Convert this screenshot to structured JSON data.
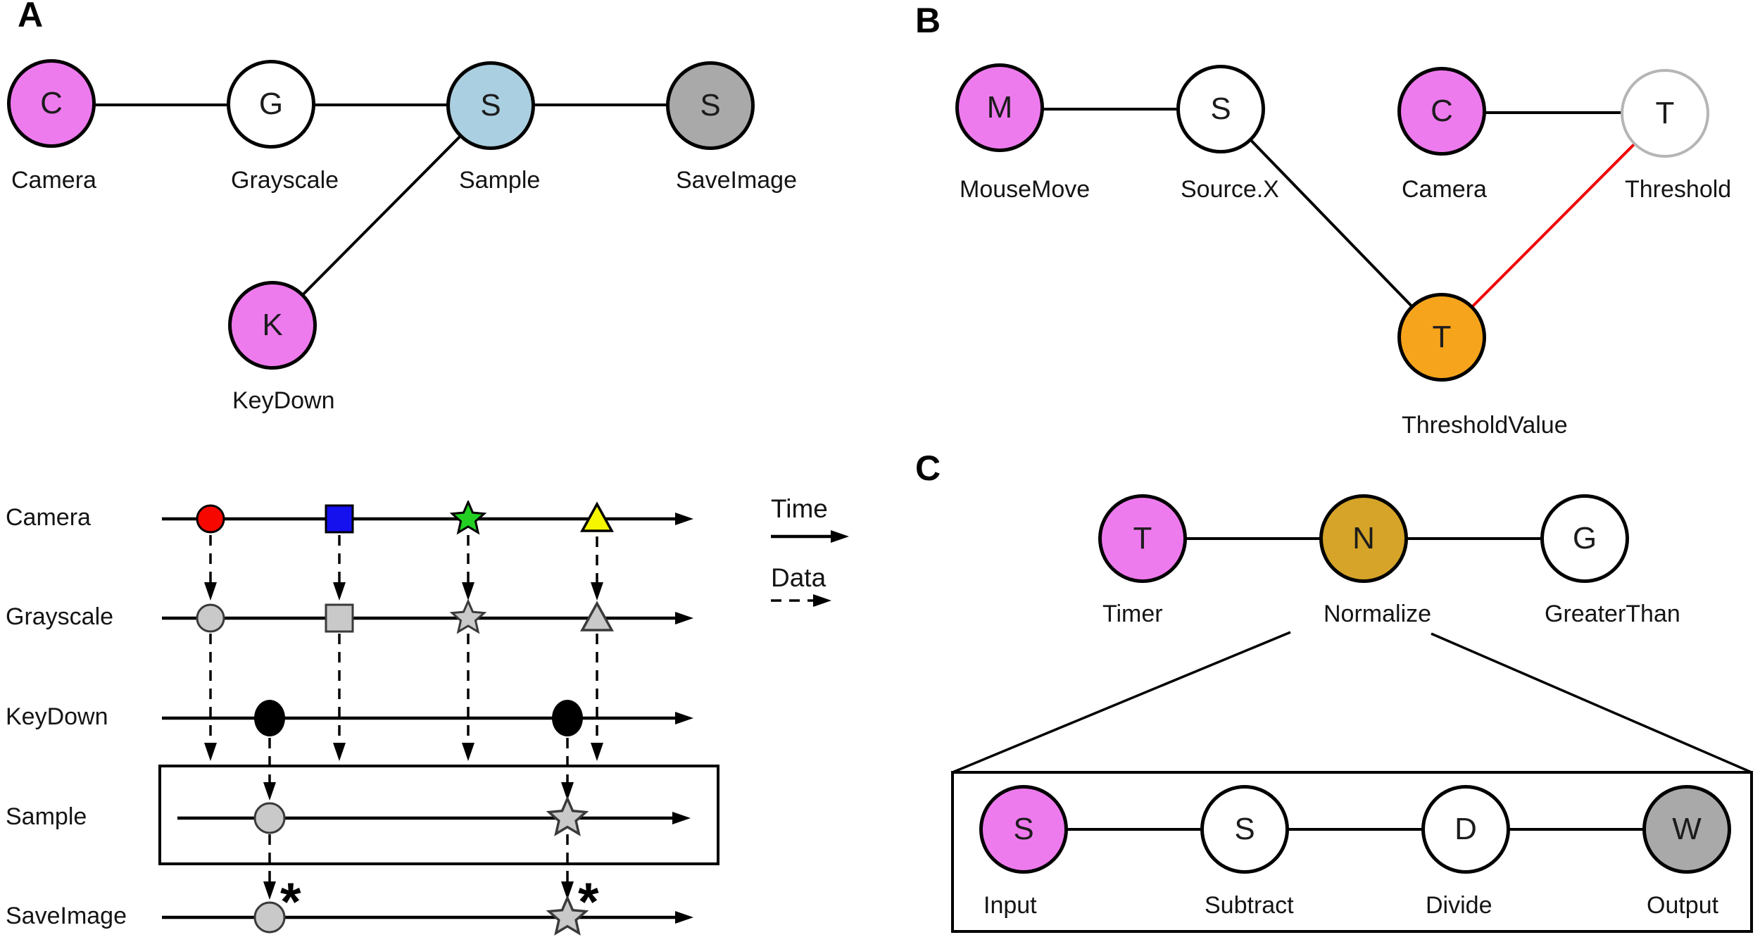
{
  "colors": {
    "magenta": "#ee7bee",
    "lightblue": "#aacfe0",
    "graynode": "#a9a9a9",
    "orange": "#f5a41c",
    "gold": "#d5a428",
    "lightborder": "#b5b5b5",
    "red": "#f60800",
    "blue": "#1510ee",
    "green": "#22cf22",
    "yellow": "#f6f600",
    "graymarble": "#c9c9c9",
    "rededge": "#f00000"
  },
  "panel_a": {
    "label": "A",
    "nodes": [
      {
        "letter": "C",
        "label": "Camera"
      },
      {
        "letter": "G",
        "label": "Grayscale"
      },
      {
        "letter": "S",
        "label": "Sample"
      },
      {
        "letter": "S",
        "label": "SaveImage"
      },
      {
        "letter": "K",
        "label": "KeyDown"
      }
    ]
  },
  "panel_b": {
    "label": "B",
    "nodes": [
      {
        "letter": "M",
        "label": "MouseMove"
      },
      {
        "letter": "S",
        "label": "Source.X"
      },
      {
        "letter": "C",
        "label": "Camera"
      },
      {
        "letter": "T",
        "label": "Threshold"
      },
      {
        "letter": "T",
        "label": "ThresholdValue"
      }
    ]
  },
  "panel_c": {
    "label": "C",
    "nodes": [
      {
        "letter": "T",
        "label": "Timer"
      },
      {
        "letter": "N",
        "label": "Normalize"
      },
      {
        "letter": "G",
        "label": "GreaterThan"
      }
    ],
    "subgraph_nodes": [
      {
        "letter": "S",
        "label": "Input"
      },
      {
        "letter": "S",
        "label": "Subtract"
      },
      {
        "letter": "D",
        "label": "Divide"
      },
      {
        "letter": "W",
        "label": "Output"
      }
    ]
  },
  "timeline": {
    "rows": [
      {
        "label": "Camera"
      },
      {
        "label": "Grayscale"
      },
      {
        "label": "KeyDown"
      },
      {
        "label": "Sample"
      },
      {
        "label": "SaveImage"
      }
    ],
    "legend": {
      "time_label": "Time",
      "data_label": "Data"
    },
    "asterisks": [
      "*",
      "*"
    ]
  }
}
